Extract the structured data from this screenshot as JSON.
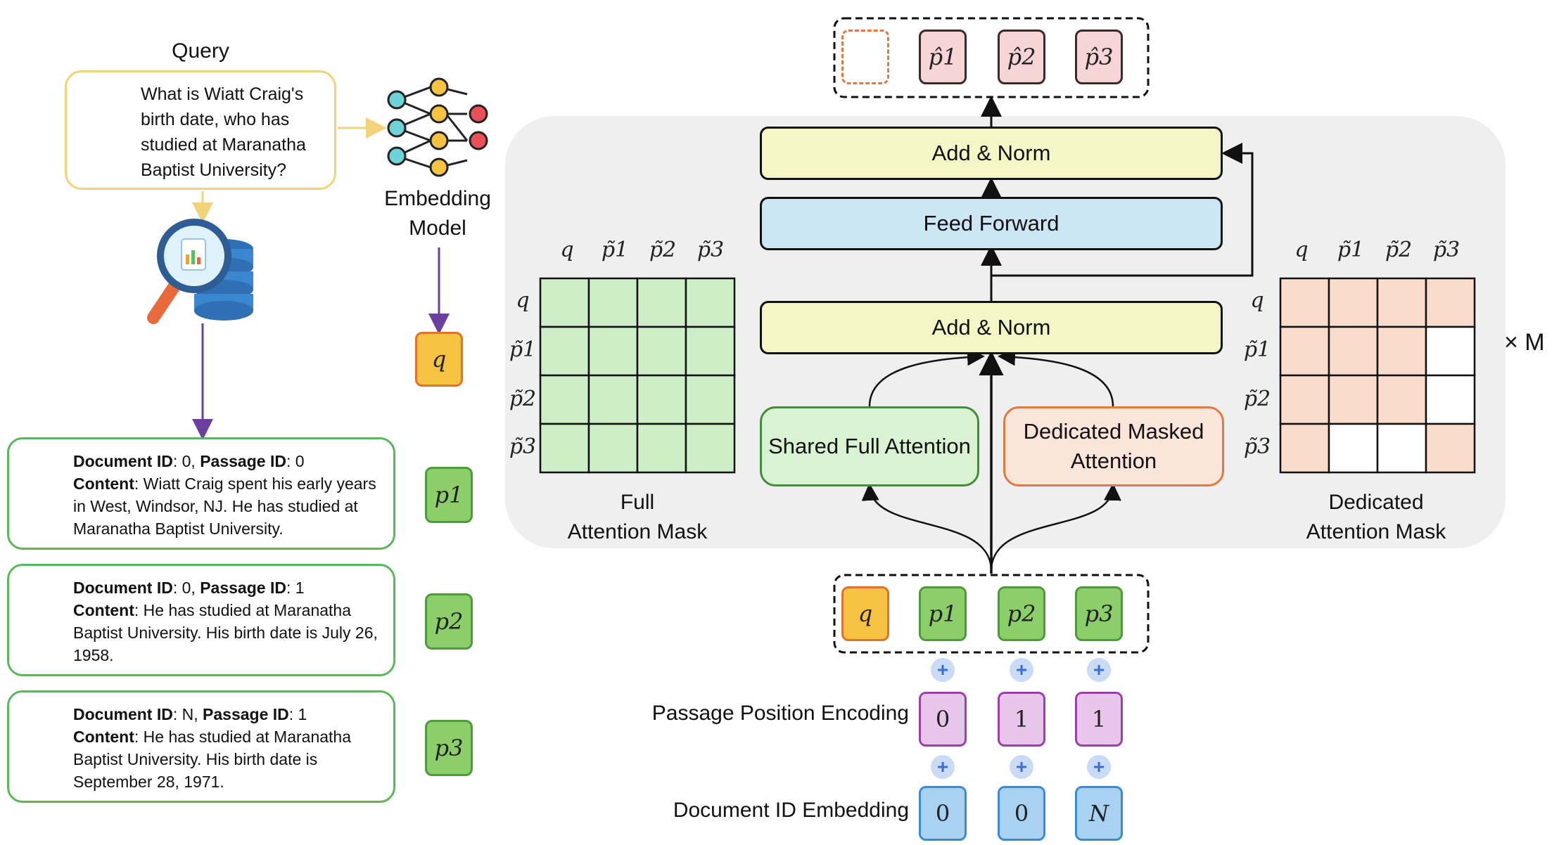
{
  "query": {
    "title": "Query",
    "text": "What is Wiatt Craig's birth date, who has studied at Maranatha Baptist University?"
  },
  "embedding_model": {
    "label_line1": "Embedding",
    "label_line2": "Model"
  },
  "query_token": "q",
  "documents": [
    {
      "doc_id_label": "Document ID",
      "doc_id": ": 0, ",
      "passage_id_label": "Passage ID",
      "passage_id": ": 0",
      "content_label": "Content",
      "content": ": Wiatt Craig spent his early years in West, Windsor, NJ. He has studied at Maranatha Baptist University.",
      "token": "p1"
    },
    {
      "doc_id_label": "Document ID",
      "doc_id": ": 0, ",
      "passage_id_label": "Passage ID",
      "passage_id": ": 1",
      "content_label": "Content",
      "content": ": He has studied at Maranatha Baptist University. His birth date is July 26, 1958.",
      "token": "p2"
    },
    {
      "doc_id_label": "Document ID",
      "doc_id": ": N, ",
      "passage_id_label": "Passage ID",
      "passage_id": ": 1",
      "content_label": "Content",
      "content": ": He has studied at Maranatha Baptist University. His birth date is September 28, 1971.",
      "token": "p3"
    }
  ],
  "transformer": {
    "add_norm_top": "Add & Norm",
    "feed_forward": "Feed Forward",
    "add_norm_bottom": "Add & Norm",
    "shared_full_attention": "Shared Full Attention",
    "dedicated_masked_attention": "Dedicated Masked Attention",
    "repeat": "× M"
  },
  "full_mask": {
    "label_line1": "Full",
    "label_line2": "Attention Mask",
    "col_labels": [
      "q",
      "p̃1",
      "p̃2",
      "p̃3"
    ],
    "row_labels": [
      "q",
      "p̃1",
      "p̃2",
      "p̃3"
    ],
    "matrix": [
      [
        1,
        1,
        1,
        1
      ],
      [
        1,
        1,
        1,
        1
      ],
      [
        1,
        1,
        1,
        1
      ],
      [
        1,
        1,
        1,
        1
      ]
    ],
    "fill_color": "#cdeec7"
  },
  "dedicated_mask": {
    "label_line1": "Dedicated",
    "label_line2": "Attention Mask",
    "col_labels": [
      "q",
      "p̃1",
      "p̃2",
      "p̃3"
    ],
    "row_labels": [
      "q",
      "p̃1",
      "p̃2",
      "p̃3"
    ],
    "matrix": [
      [
        1,
        1,
        1,
        1
      ],
      [
        1,
        1,
        1,
        0
      ],
      [
        1,
        1,
        1,
        0
      ],
      [
        1,
        0,
        0,
        1
      ]
    ],
    "fill_color": "#f9dccb"
  },
  "input_tokens": [
    "q",
    "p1",
    "p2",
    "p3"
  ],
  "output_tokens": [
    "p̂1",
    "p̂2",
    "p̂3"
  ],
  "passage_position_encoding": {
    "label": "Passage Position Encoding",
    "values": [
      "0",
      "1",
      "1"
    ]
  },
  "document_id_embedding": {
    "label": "Document ID Embedding",
    "values": [
      "0",
      "0",
      "N"
    ]
  },
  "plus_symbol": "+",
  "colors": {
    "query_border": "#f0d37a",
    "doc_border": "#5bb75b",
    "purple_arrow": "#6a3fa0",
    "panel_bg": "#efefef"
  }
}
